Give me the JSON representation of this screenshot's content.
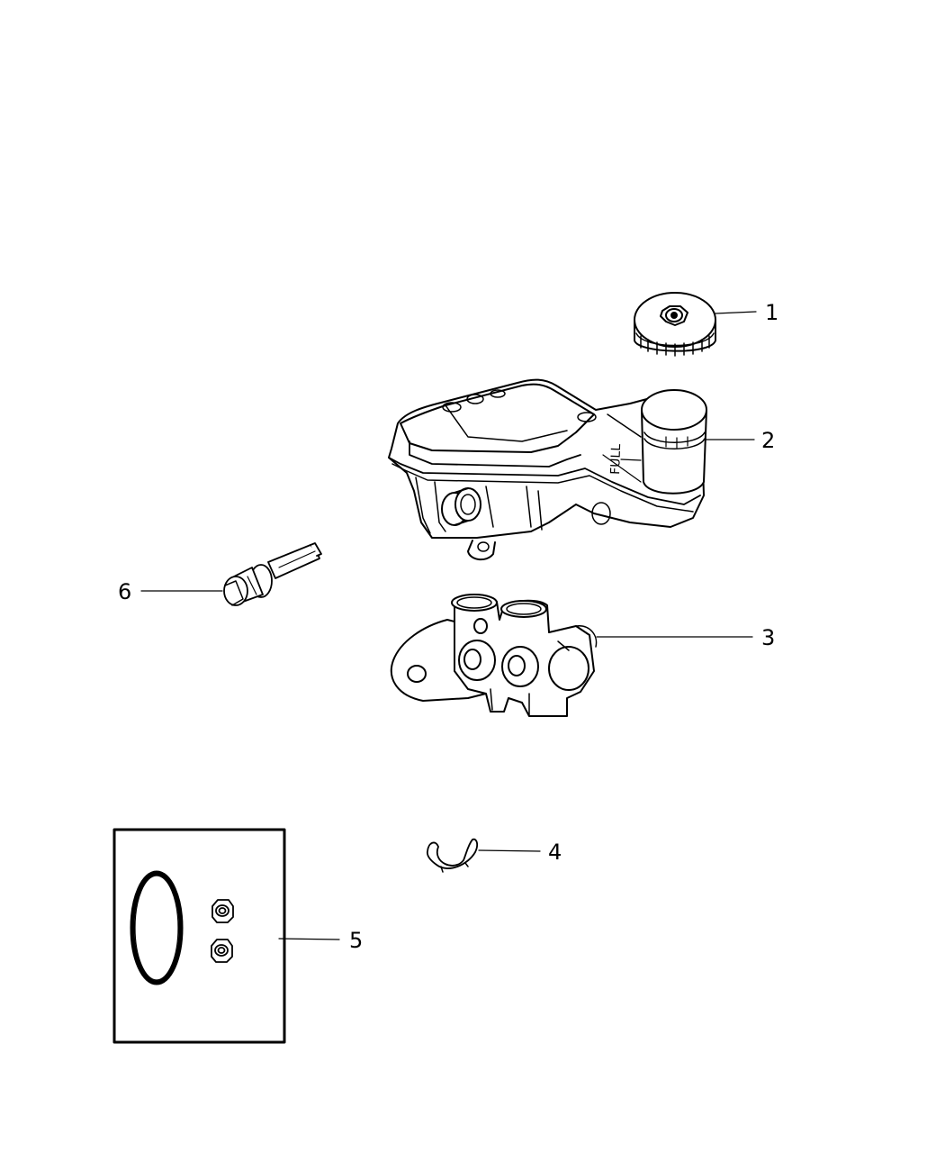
{
  "callouts": {
    "part_1": "1",
    "part_2": "2",
    "part_3": "3",
    "part_4": "4",
    "part_5": "5",
    "part_6": "6"
  },
  "reservoir": {
    "full_mark": "FULL"
  },
  "parts": [
    {
      "number": "1",
      "icon": "reservoir-cap-icon"
    },
    {
      "number": "2",
      "icon": "fluid-reservoir-icon"
    },
    {
      "number": "3",
      "icon": "master-cylinder-icon"
    },
    {
      "number": "4",
      "icon": "retaining-clip-icon"
    },
    {
      "number": "5",
      "icon": "seal-kit-icon"
    },
    {
      "number": "6",
      "icon": "level-sensor-icon"
    }
  ],
  "colors": {
    "line": "#000000",
    "background": "#ffffff"
  }
}
